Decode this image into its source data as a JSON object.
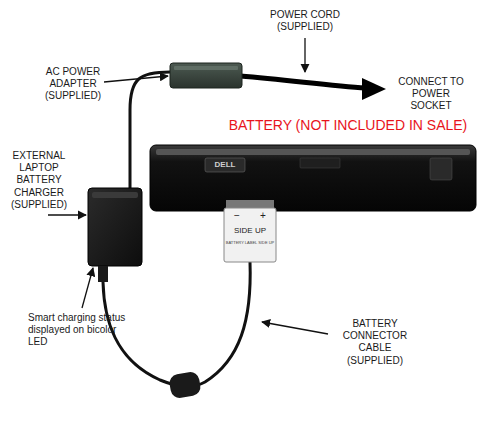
{
  "diagram": {
    "labels": [
      "POWER CORD (SUPPLIED)",
      "AC POWER ADAPTER (SUPPLIED)",
      "CONNECT TO POWER SOCKET",
      "BATTERY (NOT INCLUDED IN SALE)",
      "EXTERNAL LAPTOP BATTERY CHARGER (SUPPLIED)",
      "Smart charging status displayed on bicolor LED",
      "BATTERY CONNECTOR CABLE (SUPPLIED)",
      "DELL",
      "−",
      "+",
      "SIDE UP",
      "BATTERY LABEL SIDE UP"
    ]
  }
}
